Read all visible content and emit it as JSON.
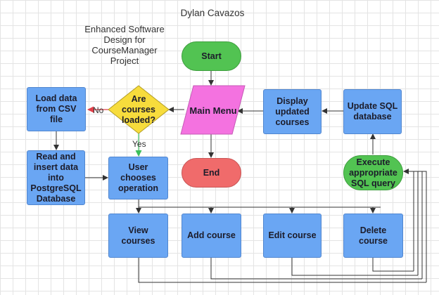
{
  "author": "Dylan Cavazos",
  "title": "Enhanced Software Design for CourseManager Project",
  "nodes": {
    "start": "Start",
    "main_menu": "Main Menu",
    "end": "End",
    "courses_loaded": "Are courses loaded?",
    "load_data": "Load data from CSV file",
    "read_insert": "Read and insert data into PostgreSQL Database",
    "user_chooses": "User chooses operation",
    "display_updated": "Display updated courses",
    "update_sql": "Update SQL database",
    "execute_sql": "Execute appropriate SQL query",
    "view_courses": "View courses",
    "add_course": "Add course",
    "edit_course": "Edit course",
    "delete_course": "Delete course"
  },
  "edge_labels": {
    "no": "No",
    "yes": "Yes"
  },
  "colors": {
    "process": "#6aa6f3",
    "terminal_green": "#52c352",
    "terminal_red": "#f06b6b",
    "main_menu": "#f472e0",
    "decision": "#f7dc3c",
    "line": "#333333",
    "no_arrow": "#e0404a",
    "yes_arrow": "#3cbf5a"
  }
}
